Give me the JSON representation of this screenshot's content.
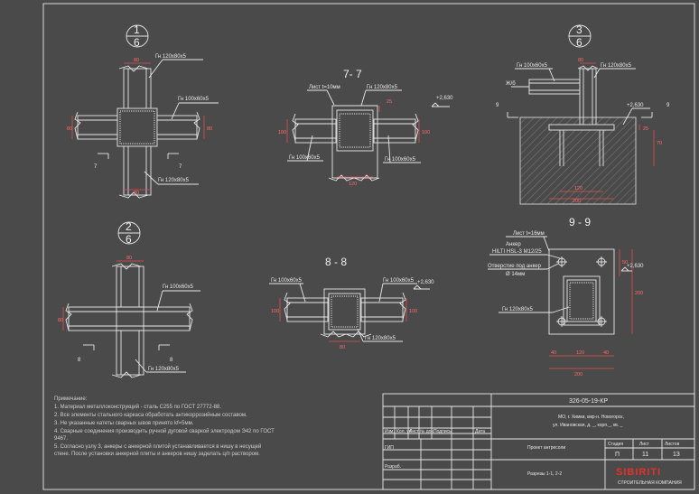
{
  "nodes": {
    "n1": {
      "num": "1",
      "sheet": "6"
    },
    "n2": {
      "num": "2",
      "sheet": "6"
    },
    "n3": {
      "num": "3",
      "sheet": "6"
    }
  },
  "sections": {
    "s77": "7- 7",
    "s88": "8 - 8",
    "s99": "9 - 9",
    "cut7": "7",
    "cut8": "8",
    "cut9": "9"
  },
  "labels": {
    "gn120": "Гн 120х80х5",
    "gn100": "Гн 100х60х5",
    "plate10": "Лист t=10мм",
    "plate16": "Лист t=16мм",
    "anchor1": "Анкер",
    "anchor2": "HILTI HSL-3 M12/25",
    "hole1": "Отверстие под анкер",
    "hole2": "Ø 14мм",
    "level": "+2,630",
    "weld": "Ж/б"
  },
  "dims": {
    "d80": "80",
    "d100": "100",
    "d120": "120",
    "d200": "200",
    "d40": "40",
    "d25": "25",
    "d50": "50",
    "d70": "70"
  },
  "notes": {
    "head": "Примечание:",
    "l1": "1. Материал металлоконструкций - сталь С255 по ГОСТ 27772-88.",
    "l2": "2. Все элементы стального каркаса обработать антикоррозийным составом.",
    "l3": "3. Не указанные катеты сварных швов принято kf=5мм.",
    "l4": "4. Сварные соединения производить ручной дуговой сваркой электродом Э42 по ГОСТ",
    "l4b": "9467.",
    "l5": "5. Согласно узлу 3, анкеры с анкерной плитой устанавливается в нишу в несущей",
    "l5b": "стене. После установки анкерной плиты и анкеров нишу заделать ц/п раствором."
  },
  "titleblock": {
    "code": "326-05-19-КР",
    "addr1": "МО, г. Химки, мкр-н. Новогорск,",
    "addr2": "ул. Ивановская, д. _, корп._, кв. _",
    "cols": [
      "Изм.",
      "Кол. уч",
      "Лист",
      "№ док.",
      "Подпись",
      "Дата"
    ],
    "gip": "ГИП",
    "razrab": "Разраб.",
    "project": "Проект антресоли",
    "stage_h": "Стадия",
    "sheet_h": "Лист",
    "sheets_h": "Листов",
    "stage": "П",
    "sheet": "11",
    "sheets": "13",
    "drawing": "Разрезы 1-1, 2-2",
    "logo": "SIBIRITI",
    "logo_sub": "СТРОИТЕЛЬНАЯ КОМПАНИЯ"
  }
}
